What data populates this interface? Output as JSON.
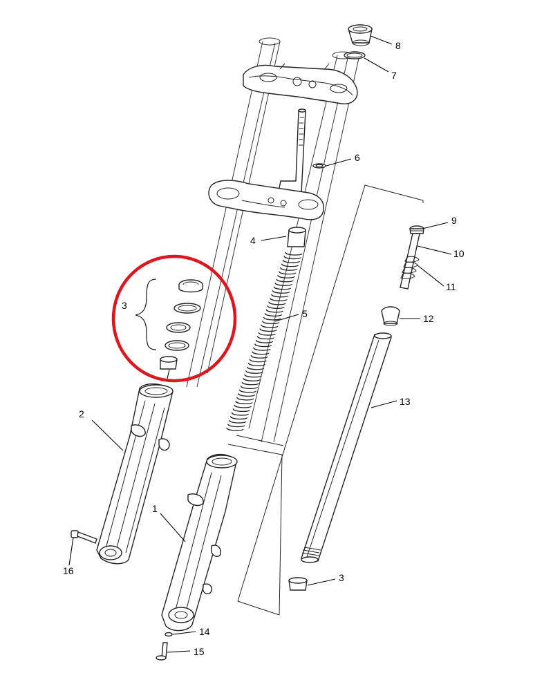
{
  "callouts": {
    "c1": "1",
    "c2": "2",
    "c3_group": "3",
    "c3_cap": "3",
    "c4": "4",
    "c5": "5",
    "c6": "6",
    "c7": "7",
    "c8": "8",
    "c9": "9",
    "c10": "10",
    "c11": "11",
    "c12": "12",
    "c13": "13",
    "c14": "14",
    "c15": "15",
    "c16": "16"
  },
  "highlight_color": "#e0141c",
  "line_color": "#222222"
}
